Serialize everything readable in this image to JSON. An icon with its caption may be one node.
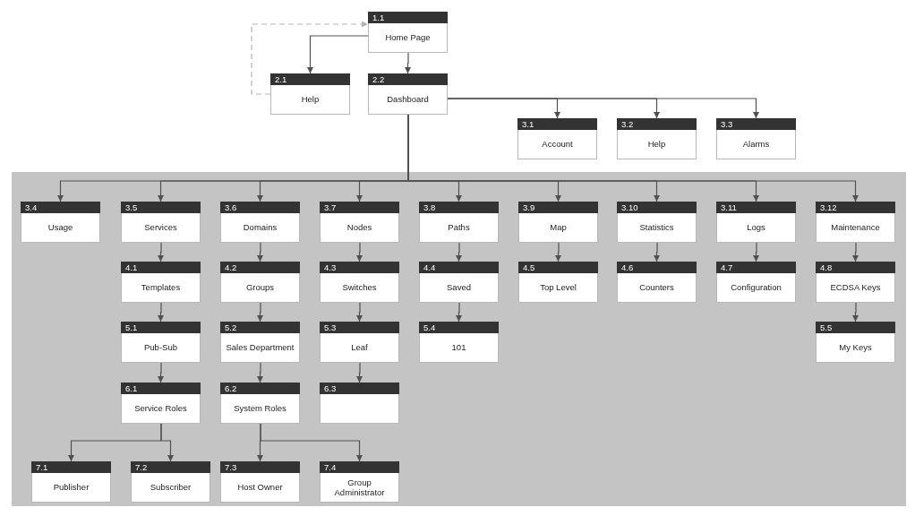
{
  "diagram": {
    "nodes": [
      {
        "text": [
          "1.1",
          "Home Page"
        ]
      },
      {
        "text": [
          "2.1",
          "Help"
        ]
      },
      {
        "text": [
          "2.2",
          "Dashboard"
        ]
      },
      {
        "text": [
          "3.1",
          "Account"
        ]
      },
      {
        "text": [
          "3.2",
          "Help"
        ]
      },
      {
        "text": [
          "3.3",
          "Alarms"
        ]
      },
      {
        "text": [],
        "shape": "box"
      },
      {
        "text": [
          "3.4",
          "Usage"
        ],
        "in": 6
      },
      {
        "text": [
          "3.5",
          "Services"
        ],
        "in": 6
      },
      {
        "text": [
          "3.6",
          "Domains"
        ],
        "in": 6
      },
      {
        "text": [
          "3.7",
          "Nodes"
        ],
        "in": 6
      },
      {
        "text": [
          "3.8",
          "Paths"
        ],
        "in": 6
      },
      {
        "text": [
          "3.9",
          "Map"
        ],
        "in": 6
      },
      {
        "text": [
          "3.10",
          "Statistics"
        ],
        "in": 6
      },
      {
        "text": [
          "3.11",
          "Logs"
        ],
        "in": 6
      },
      {
        "text": [
          "3.12",
          "Maintenance"
        ],
        "in": 6
      },
      {
        "text": [
          "4.1",
          "Templates"
        ],
        "in": 6
      },
      {
        "text": [
          "4.2",
          "Groups"
        ],
        "in": 6
      },
      {
        "text": [
          "4.3",
          "Switches"
        ],
        "in": 6
      },
      {
        "text": [
          "4.4",
          "Saved"
        ],
        "in": 6
      },
      {
        "text": [
          "4.5",
          "Top Level"
        ],
        "in": 6
      },
      {
        "text": [
          "4.6",
          "Counters"
        ],
        "in": 6
      },
      {
        "text": [
          "4.7",
          "Configuration"
        ],
        "in": 6
      },
      {
        "text": [
          "4.8",
          "ECDSA Keys"
        ],
        "in": 6
      },
      {
        "text": [
          "5.1",
          "Pub-Sub"
        ],
        "in": 6
      },
      {
        "text": [
          "5.2",
          "Sales Department"
        ],
        "in": 6
      },
      {
        "text": [
          "5.3",
          "Leaf"
        ],
        "in": 6
      },
      {
        "text": [
          "5.4",
          "101"
        ],
        "in": 6
      },
      {
        "text": [
          "5.5",
          "My Keys"
        ],
        "in": 6
      },
      {
        "text": [
          "6.1",
          "Service Roles"
        ],
        "in": 6
      },
      {
        "text": [
          "6.2",
          "System Roles"
        ],
        "in": 6
      },
      {
        "text": [
          "6.3"
        ],
        "in": 6
      },
      {
        "text": [
          "7.1",
          "Publisher"
        ],
        "in": 6
      },
      {
        "text": [
          "7.2",
          "Subscriber"
        ],
        "in": 6
      },
      {
        "text": [
          "7.3",
          "Host Owner"
        ],
        "in": 6
      },
      {
        "text": [
          "7.4",
          "Group Administrator"
        ],
        "in": 6
      }
    ],
    "edges": [
      {
        "from": 0,
        "to": 1,
        "arrow": "to"
      },
      {
        "from": 0,
        "to": 2,
        "arrow": "to"
      },
      {
        "from": 1,
        "to": 0,
        "arrow": "to",
        "style": "dashed",
        "color": "#b4b4b4"
      },
      {
        "from": 2,
        "to": 3,
        "arrow": "to"
      },
      {
        "from": 2,
        "to": 4,
        "arrow": "to"
      },
      {
        "from": 2,
        "to": 5,
        "arrow": "to"
      },
      {
        "from": 2,
        "to": 7,
        "arrow": "to"
      },
      {
        "from": 2,
        "to": 8,
        "arrow": "to"
      },
      {
        "from": 2,
        "to": 9,
        "arrow": "to"
      },
      {
        "from": 2,
        "to": 10,
        "arrow": "to"
      },
      {
        "from": 2,
        "to": 11,
        "arrow": "to"
      },
      {
        "from": 2,
        "to": 12,
        "arrow": "to"
      },
      {
        "from": 2,
        "to": 13,
        "arrow": "to"
      },
      {
        "from": 2,
        "to": 14,
        "arrow": "to"
      },
      {
        "from": 2,
        "to": 15,
        "arrow": "to"
      },
      {
        "from": 8,
        "to": 16,
        "arrow": "to"
      },
      {
        "from": 9,
        "to": 17,
        "arrow": "to"
      },
      {
        "from": 10,
        "to": 18,
        "arrow": "to"
      },
      {
        "from": 11,
        "to": 19,
        "arrow": "to"
      },
      {
        "from": 12,
        "to": 20,
        "arrow": "to"
      },
      {
        "from": 13,
        "to": 21,
        "arrow": "to"
      },
      {
        "from": 14,
        "to": 22,
        "arrow": "to"
      },
      {
        "from": 15,
        "to": 23,
        "arrow": "to"
      },
      {
        "from": 16,
        "to": 24,
        "arrow": "to"
      },
      {
        "from": 17,
        "to": 25,
        "arrow": "to"
      },
      {
        "from": 18,
        "to": 26,
        "arrow": "to"
      },
      {
        "from": 19,
        "to": 27,
        "arrow": "to"
      },
      {
        "from": 23,
        "to": 28,
        "arrow": "to"
      },
      {
        "from": 24,
        "to": 29,
        "arrow": "to"
      },
      {
        "from": 25,
        "to": 30,
        "arrow": "to"
      },
      {
        "from": 26,
        "to": 31,
        "arrow": "to"
      },
      {
        "from": 29,
        "to": 32,
        "arrow": "to"
      },
      {
        "from": 29,
        "to": 33,
        "arrow": "to"
      },
      {
        "from": 30,
        "to": 34,
        "arrow": "to"
      },
      {
        "from": 30,
        "to": 35,
        "arrow": "to"
      }
    ]
  }
}
